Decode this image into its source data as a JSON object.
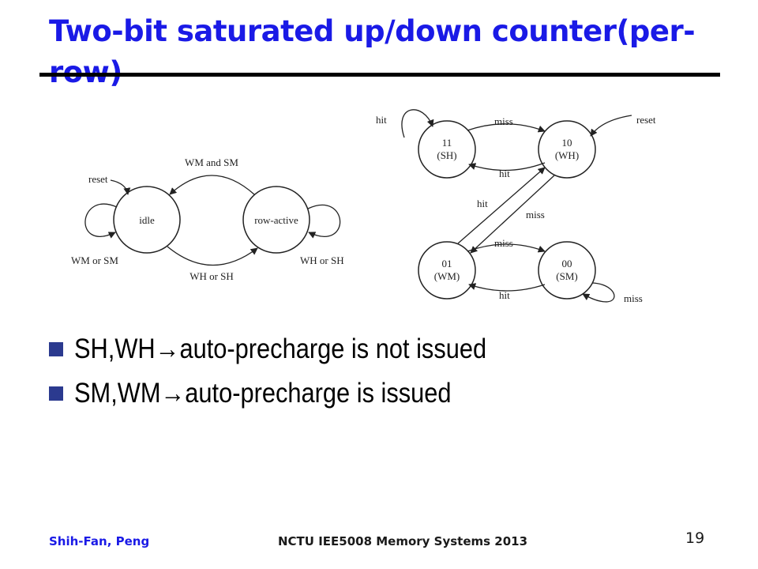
{
  "slide": {
    "title": "Two-bit saturated up/down counter(per-row)",
    "bullets": [
      {
        "text": "SH,WH→auto-precharge is not issued"
      },
      {
        "text": "SM,WM→auto-precharge is issued"
      }
    ],
    "footer": {
      "author": "Shih-Fan, Peng",
      "course": "NCTU IEE5008 Memory Systems 2013",
      "page_number": "19"
    },
    "colors": {
      "title": "#1a1ae6",
      "bullet": "#2b3a8f",
      "rule": "#000000"
    }
  },
  "diagram_left": {
    "states": [
      {
        "id": "idle",
        "label": "idle"
      },
      {
        "id": "row-active",
        "label": "row-active"
      }
    ],
    "edges": {
      "top": "WM and SM",
      "bottom": "WH or SH",
      "reset": "reset",
      "left_loop": "WM or SM",
      "right_loop": "WH or SH"
    }
  },
  "diagram_right": {
    "states": [
      {
        "id": "s11",
        "code": "11",
        "name": "(SH)"
      },
      {
        "id": "s10",
        "code": "10",
        "name": "(WH)"
      },
      {
        "id": "s01",
        "code": "01",
        "name": "(WM)"
      },
      {
        "id": "s00",
        "code": "00",
        "name": "(SM)"
      }
    ],
    "edges": {
      "hit_loop": "hit",
      "top_miss": "miss",
      "top_hit": "hit",
      "reset": "reset",
      "diag_hit": "hit",
      "diag_miss": "miss",
      "bottom_miss": "miss",
      "bottom_hit": "hit",
      "miss_loop": "miss"
    }
  }
}
